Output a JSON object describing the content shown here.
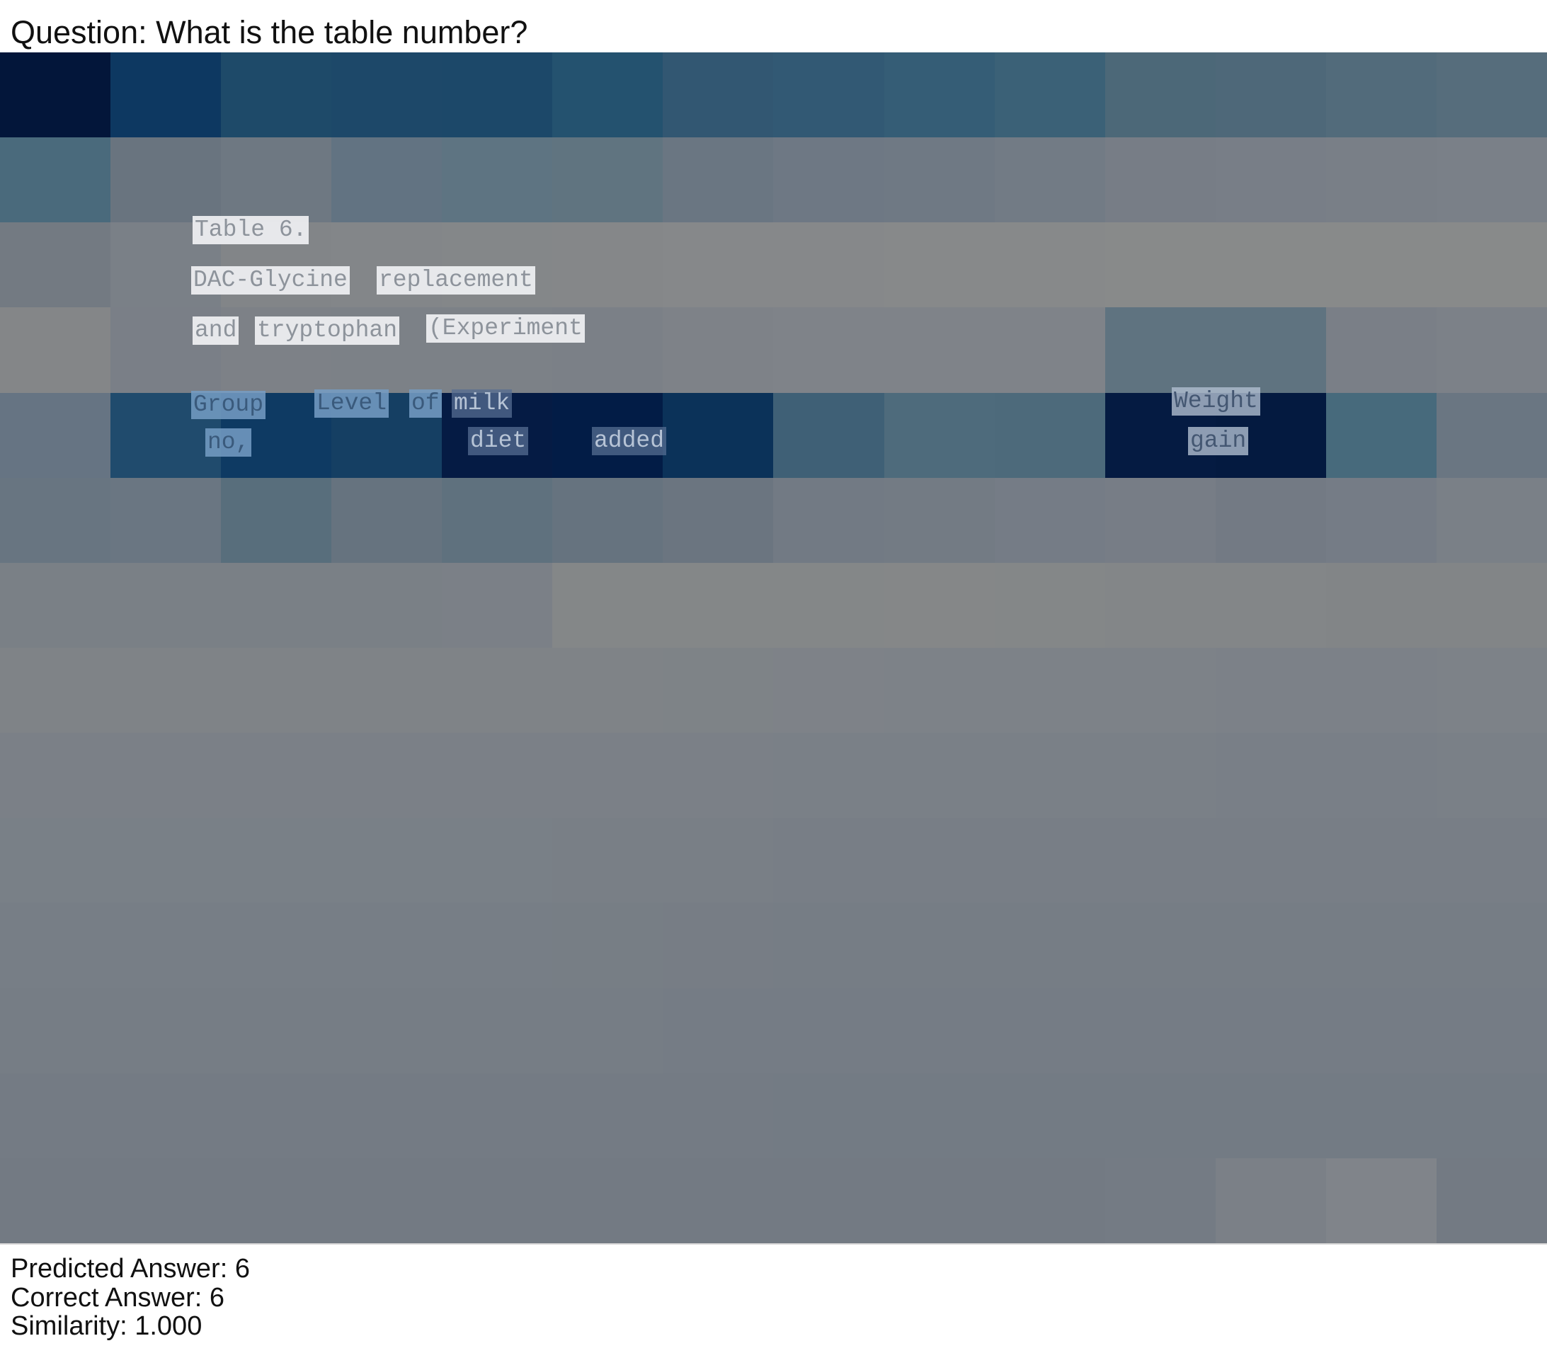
{
  "question": "Question: What is the table number?",
  "document": {
    "title": "Table 6.",
    "subtitle_line1_a": "DAC-Glycine",
    "subtitle_line1_b": "replacement",
    "subtitle_line2_a": "and",
    "subtitle_line2_b": "tryptophan",
    "subtitle_line2_c": "(Experiment",
    "header_group": "Group",
    "header_no": "no,",
    "header_level": "Level",
    "header_of": "of",
    "header_milk": "milk",
    "header_diet": "diet",
    "header_added": "added",
    "header_weight": "Weight",
    "header_gain": "gain"
  },
  "attention_colors": [
    [
      "#03163a",
      "#0d3861",
      "#1e4a69",
      "#1d4869",
      "#1c4869",
      "#24526f",
      "#325772",
      "#325974",
      "#355d76",
      "#3b6177",
      "#4c6878",
      "#4e6879",
      "#526b7b",
      "#566d7c"
    ],
    [
      "#4a6a7c",
      "#69747f",
      "#6e7882",
      "#627382",
      "#5e7482",
      "#607480",
      "#6a7682",
      "#6e7884",
      "#6f7984",
      "#727b85",
      "#777d86",
      "#787e87",
      "#797f87",
      "#7a8088"
    ],
    [
      "#737a82",
      "#7a8087",
      "#828588",
      "#838689",
      "#848789",
      "#858789",
      "#86888a",
      "#86888a",
      "#87898a",
      "#87898a",
      "#888a8a",
      "#888a8a",
      "#888a8a",
      "#888a8a"
    ],
    [
      "#848688",
      "#7a7f87",
      "#7d8187",
      "#7c8187",
      "#7c8187",
      "#7b8087",
      "#7e8288",
      "#7f8389",
      "#7f8389",
      "#7f8389",
      "#5f7380",
      "#5f7380",
      "#7a7f87",
      "#7c8188"
    ],
    [
      "#667483",
      "#204b6d",
      "#0e3a63",
      "#153f63",
      "#051b44",
      "#021c46",
      "#0b3259",
      "#3f6076",
      "#4e6b7c",
      "#4d6a7b",
      "#051b42",
      "#041a40",
      "#476a7c",
      "#6a7682"
    ],
    [
      "#687581",
      "#6a7682",
      "#586e7c",
      "#66737f",
      "#5f717e",
      "#66737f",
      "#6b7580",
      "#727a84",
      "#737b84",
      "#757c86",
      "#777d86",
      "#737a84",
      "#757c86",
      "#7a8087"
    ],
    [
      "#7a8086",
      "#7a8086",
      "#7a8086",
      "#7a8086",
      "#7b8087",
      "#848788",
      "#848788",
      "#848788",
      "#858788",
      "#848788",
      "#838688",
      "#838688",
      "#828587",
      "#828587"
    ],
    [
      "#7f8387",
      "#7f8387",
      "#7f8387",
      "#7f8387",
      "#7f8387",
      "#7f8387",
      "#7e8387",
      "#7e8288",
      "#7d8288",
      "#7d8288",
      "#7d8288",
      "#7c8188",
      "#7c8188",
      "#7d8288"
    ],
    [
      "#7b8087",
      "#7b8087",
      "#7b8087",
      "#7b8087",
      "#7b8087",
      "#7b8087",
      "#7b8087",
      "#7a8087",
      "#7a8087",
      "#7a8087",
      "#7a8087",
      "#797f87",
      "#797f87",
      "#7a8087"
    ],
    [
      "#798087",
      "#798087",
      "#798087",
      "#798087",
      "#798087",
      "#797f86",
      "#797f86",
      "#787e86",
      "#787e86",
      "#787e86",
      "#787e86",
      "#787e86",
      "#787e86",
      "#787e86"
    ],
    [
      "#777e86",
      "#777e86",
      "#777e86",
      "#777e86",
      "#777e86",
      "#777e85",
      "#777d85",
      "#767d85",
      "#767d85",
      "#767d85",
      "#767d85",
      "#767d85",
      "#767d85",
      "#767d85"
    ],
    [
      "#767d85",
      "#767d85",
      "#767d85",
      "#767d85",
      "#767d85",
      "#767d85",
      "#757c85",
      "#757c85",
      "#757c85",
      "#757c85",
      "#757c85",
      "#757c85",
      "#757c85",
      "#757c85"
    ],
    [
      "#747b84",
      "#747b84",
      "#747b84",
      "#747b84",
      "#747b84",
      "#747b84",
      "#747b84",
      "#737b84",
      "#737b84",
      "#737b84",
      "#737b84",
      "#737b84",
      "#737b84",
      "#737b84"
    ],
    [
      "#737a83",
      "#737a83",
      "#737a83",
      "#737a83",
      "#737a83",
      "#737a83",
      "#737a83",
      "#737a83",
      "#737a83",
      "#737a83",
      "#747b84",
      "#7b8087",
      "#80848a",
      "#737a83"
    ]
  ],
  "results": {
    "predicted": "Predicted Answer: 6",
    "correct": "Correct Answer: 6",
    "similarity": "Similarity: 1.000"
  }
}
